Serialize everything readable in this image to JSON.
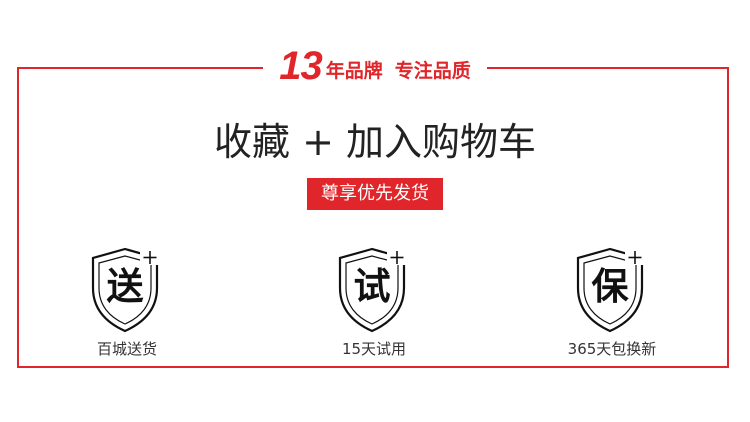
{
  "header": {
    "number": "13",
    "brand_text": "年品牌",
    "focus_text": "专注品质"
  },
  "headline": "收藏 + 加入购物车",
  "badge": "尊享优先发货",
  "features": [
    {
      "glyph": "送",
      "caption": "百城送货",
      "icon": "shield-plus-icon"
    },
    {
      "glyph": "试",
      "caption": "15天试用",
      "icon": "shield-plus-icon"
    },
    {
      "glyph": "保",
      "caption": "365天包换新",
      "icon": "shield-plus-icon"
    }
  ],
  "colors": {
    "accent": "#e0262a",
    "text": "#222222"
  }
}
